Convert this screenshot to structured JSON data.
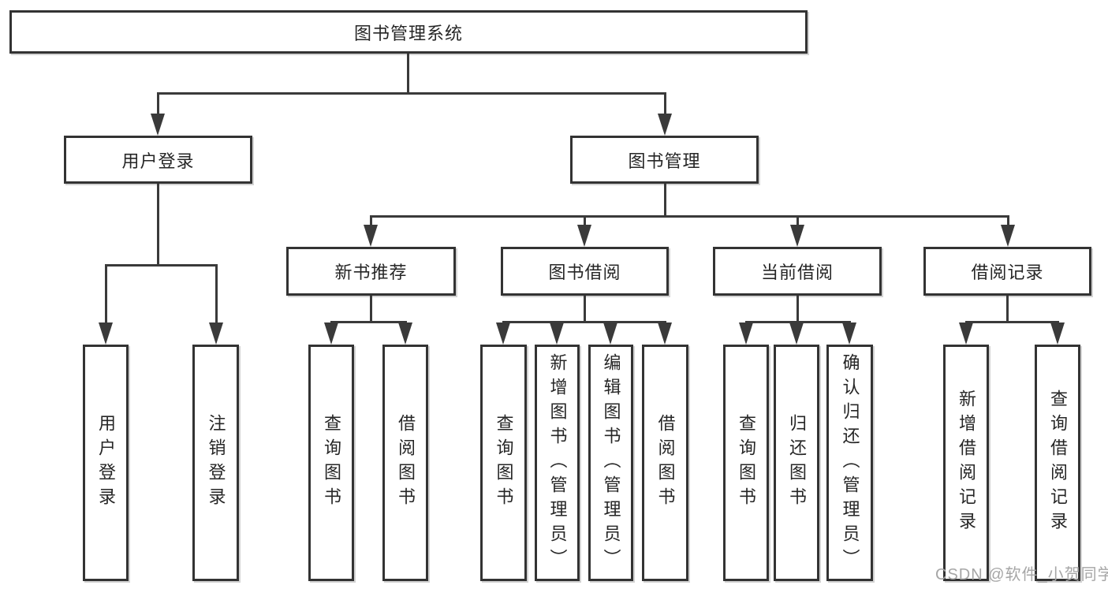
{
  "tree": {
    "label": "图书管理系统",
    "children": [
      {
        "label": "用户登录",
        "children": [
          {
            "label": "用户登录"
          },
          {
            "label": "注销登录"
          }
        ]
      },
      {
        "label": "图书管理",
        "children": [
          {
            "label": "新书推荐",
            "children": [
              {
                "label": "查询图书"
              },
              {
                "label": "借阅图书"
              }
            ]
          },
          {
            "label": "图书借阅",
            "children": [
              {
                "label": "查询图书"
              },
              {
                "label": "新增图书（管理员）"
              },
              {
                "label": "编辑图书（管理员）"
              },
              {
                "label": "借阅图书"
              }
            ]
          },
          {
            "label": "当前借阅",
            "children": [
              {
                "label": "查询图书"
              },
              {
                "label": "归还图书"
              },
              {
                "label": "确认归还（管理员）"
              }
            ]
          },
          {
            "label": "借阅记录",
            "children": [
              {
                "label": "新增借阅记录"
              },
              {
                "label": "查询借阅记录"
              }
            ]
          }
        ]
      }
    ]
  },
  "watermark": "CSDN @软件_小贺同学",
  "colors": {
    "line": "#3a3a3a",
    "border": "#333333",
    "text": "#262626",
    "watermark": "#a6a6a6",
    "background": "#ffffff"
  }
}
